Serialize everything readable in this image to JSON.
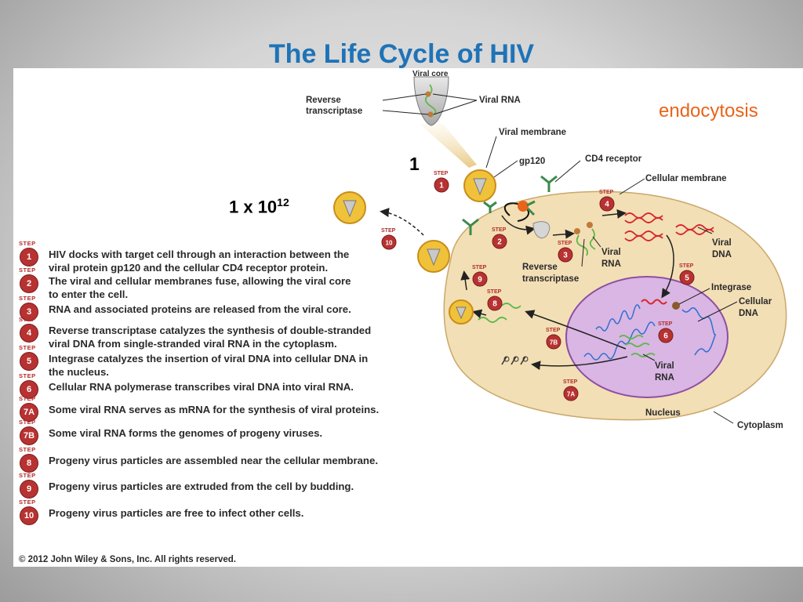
{
  "title": "The Life Cycle of HIV",
  "endocytosis": "endocytosis",
  "count_one": "1",
  "count_big": {
    "base": "1 x 10",
    "exp": "12"
  },
  "labels": {
    "viral_core": "Viral core",
    "reverse_transcriptase_1": "Reverse",
    "reverse_transcriptase_2": "transcriptase",
    "viral_rna_top": "Viral RNA",
    "viral_membrane": "Viral membrane",
    "gp120": "gp120",
    "cd4_receptor": "CD4 receptor",
    "cellular_membrane": "Cellular membrane",
    "viral_dna_1": "Viral",
    "viral_dna_2": "DNA",
    "rt_cell_1": "Reverse",
    "rt_cell_2": "transcriptase",
    "viral_rna_cell_1": "Viral",
    "viral_rna_cell_2": "RNA",
    "integrase": "Integrase",
    "cellular_dna_1": "Cellular",
    "cellular_dna_2": "DNA",
    "viral_rna_nuc_1": "Viral",
    "viral_rna_nuc_2": "RNA",
    "nucleus": "Nucleus",
    "cytoplasm": "Cytoplasm",
    "step_word": "STEP"
  },
  "step_badges": [
    "1",
    "2",
    "3",
    "4",
    "5",
    "6",
    "7B",
    "7A",
    "8",
    "9",
    "10"
  ],
  "steps": [
    {
      "num": "1",
      "text": [
        "HIV docks with target cell through an interaction between the",
        "viral protein gp120 and the cellular CD4 receptor protein."
      ]
    },
    {
      "num": "2",
      "text": [
        "The viral and cellular membranes fuse, allowing the viral core",
        "to enter the cell."
      ]
    },
    {
      "num": "3",
      "text": [
        "RNA and associated proteins are released from the viral core."
      ]
    },
    {
      "num": "4",
      "text": [
        "Reverse transcriptase catalyzes the synthesis of double-stranded",
        "viral DNA from single-stranded viral RNA in the cytoplasm."
      ]
    },
    {
      "num": "5",
      "text": [
        "Integrase catalyzes the insertion of viral DNA into cellular DNA in",
        "the nucleus."
      ]
    },
    {
      "num": "6",
      "text": [
        "Cellular RNA polymerase transcribes viral DNA into viral RNA."
      ]
    },
    {
      "num": "7A",
      "text": [
        "Some viral RNA serves as mRNA for the synthesis of viral proteins."
      ]
    },
    {
      "num": "7B",
      "text": [
        "Some viral RNA forms the genomes of progeny viruses."
      ]
    },
    {
      "num": "8",
      "text": [
        "Progeny virus particles are assembled near the cellular membrane."
      ]
    },
    {
      "num": "9",
      "text": [
        "Progeny virus particles are extruded from the cell by budding."
      ]
    },
    {
      "num": "10",
      "text": [
        "Progeny virus particles are free to infect other cells."
      ]
    }
  ],
  "copyright": "© 2012 John Wiley & Sons, Inc. All rights reserved.",
  "colors": {
    "title": "#1f73b7",
    "endocytosis": "#e8641b",
    "step_badge": "#b83232",
    "cell": "#f3dfb5",
    "nucleus": "#d9b6e3",
    "virus": "#f0c23a"
  }
}
